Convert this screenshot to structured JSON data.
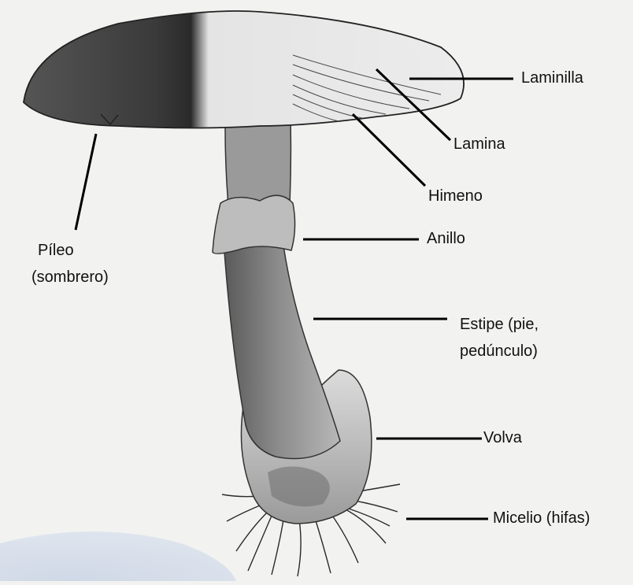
{
  "labels": {
    "laminilla": "Laminilla",
    "lamina": "Lamina",
    "himeno": "Himeno",
    "anillo": "Anillo",
    "pileo_line1": "Píleo",
    "pileo_line2": "(sombrero)",
    "estipe_line1": "Estipe (pie,",
    "estipe_line2": "pedúnculo)",
    "volva": "Volva",
    "micelio": "Micelio (hifas)"
  },
  "colors": {
    "background": "#f2f2f0",
    "cap_dark": "#3a3a3a",
    "cap_light": "#dedede",
    "stem": "#7e7e7e",
    "corner_accent": "#d6dde8"
  }
}
